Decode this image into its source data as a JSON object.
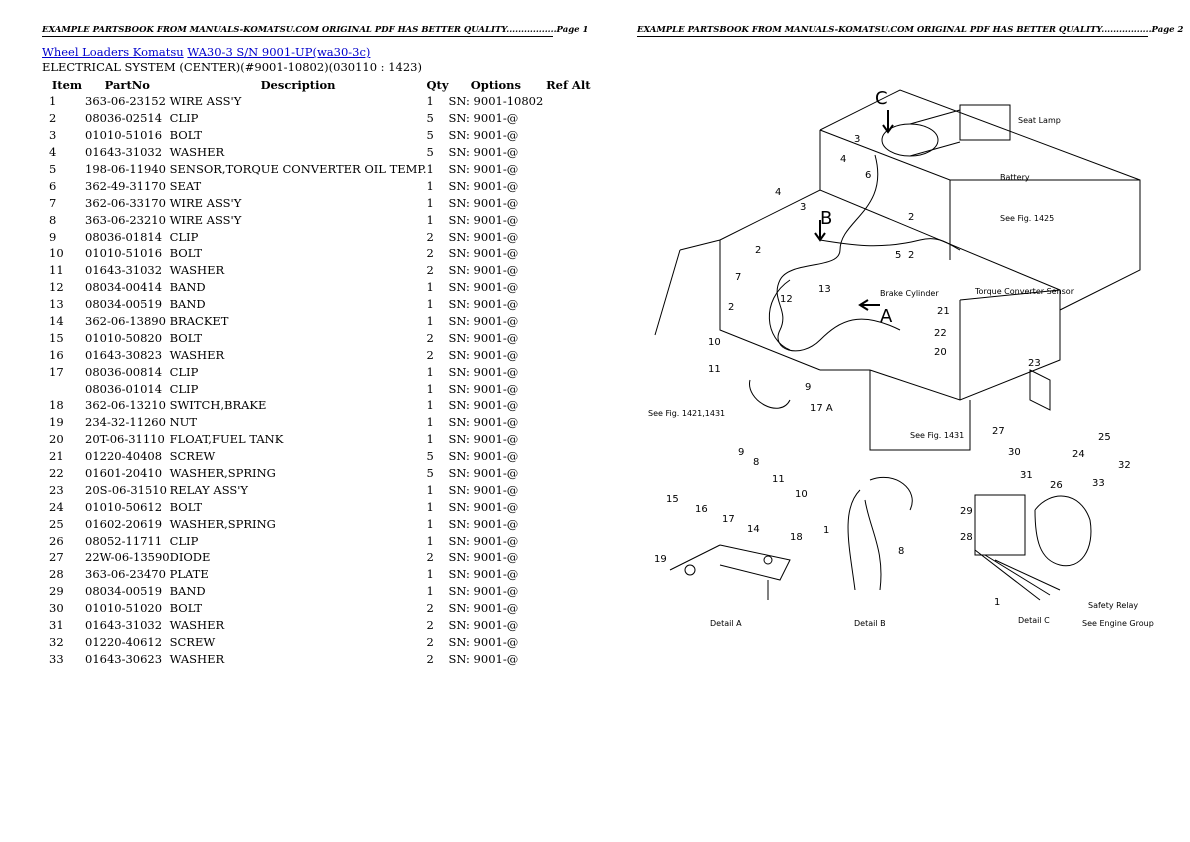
{
  "headers": {
    "page1": "EXAMPLE PARTSBOOK FROM MANUALS-KOMATSU.COM ORIGINAL PDF HAS BETTER QUALITY.................Page 1",
    "page2": "EXAMPLE PARTSBOOK FROM MANUALS-KOMATSU.COM ORIGINAL PDF HAS BETTER QUALITY.................Page 2"
  },
  "breadcrumb": {
    "link1": "Wheel Loaders Komatsu",
    "link2": "WA30-3 S/N 9001-UP(wa30-3c)"
  },
  "section_title": "ELECTRICAL SYSTEM (CENTER)(#9001-10802)(030110 : 1423)",
  "table": {
    "columns": [
      "Item",
      "PartNo",
      "Description",
      "Qty",
      "Options",
      "Ref Alt"
    ],
    "rows": [
      [
        "1",
        "363-06-23152",
        "WIRE ASS'Y",
        "1",
        "SN: 9001-10802",
        ""
      ],
      [
        "2",
        "08036-02514",
        "CLIP",
        "5",
        "SN: 9001-@",
        ""
      ],
      [
        "3",
        "01010-51016",
        "BOLT",
        "5",
        "SN: 9001-@",
        ""
      ],
      [
        "4",
        "01643-31032",
        "WASHER",
        "5",
        "SN: 9001-@",
        ""
      ],
      [
        "5",
        "198-06-11940",
        "SENSOR,TORQUE CONVERTER OIL TEMP.",
        "1",
        "SN: 9001-@",
        ""
      ],
      [
        "6",
        "362-49-31170",
        "SEAT",
        "1",
        "SN: 9001-@",
        ""
      ],
      [
        "7",
        "362-06-33170",
        "WIRE ASS'Y",
        "1",
        "SN: 9001-@",
        ""
      ],
      [
        "8",
        "363-06-23210",
        "WIRE ASS'Y",
        "1",
        "SN: 9001-@",
        ""
      ],
      [
        "9",
        "08036-01814",
        "CLIP",
        "2",
        "SN: 9001-@",
        ""
      ],
      [
        "10",
        "01010-51016",
        "BOLT",
        "2",
        "SN: 9001-@",
        ""
      ],
      [
        "11",
        "01643-31032",
        "WASHER",
        "2",
        "SN: 9001-@",
        ""
      ],
      [
        "12",
        "08034-00414",
        "BAND",
        "1",
        "SN: 9001-@",
        ""
      ],
      [
        "13",
        "08034-00519",
        "BAND",
        "1",
        "SN: 9001-@",
        ""
      ],
      [
        "14",
        "362-06-13890",
        "BRACKET",
        "1",
        "SN: 9001-@",
        ""
      ],
      [
        "15",
        "01010-50820",
        "BOLT",
        "2",
        "SN: 9001-@",
        ""
      ],
      [
        "16",
        "01643-30823",
        "WASHER",
        "2",
        "SN: 9001-@",
        ""
      ],
      [
        "17",
        "08036-00814",
        "CLIP",
        "1",
        "SN: 9001-@",
        ""
      ],
      [
        "",
        "08036-01014",
        "CLIP",
        "1",
        "SN: 9001-@",
        ""
      ],
      [
        "18",
        "362-06-13210",
        "SWITCH,BRAKE",
        "1",
        "SN: 9001-@",
        ""
      ],
      [
        "19",
        "234-32-11260",
        "NUT",
        "1",
        "SN: 9001-@",
        ""
      ],
      [
        "20",
        "20T-06-31110",
        "FLOAT,FUEL TANK",
        "1",
        "SN: 9001-@",
        ""
      ],
      [
        "21",
        "01220-40408",
        "SCREW",
        "5",
        "SN: 9001-@",
        ""
      ],
      [
        "22",
        "01601-20410",
        "WASHER,SPRING",
        "5",
        "SN: 9001-@",
        ""
      ],
      [
        "23",
        "20S-06-31510",
        "RELAY ASS'Y",
        "1",
        "SN: 9001-@",
        ""
      ],
      [
        "24",
        "01010-50612",
        "BOLT",
        "1",
        "SN: 9001-@",
        ""
      ],
      [
        "25",
        "01602-20619",
        "WASHER,SPRING",
        "1",
        "SN: 9001-@",
        ""
      ],
      [
        "26",
        "08052-11711",
        "CLIP",
        "1",
        "SN: 9001-@",
        ""
      ],
      [
        "27",
        "22W-06-13590",
        "DIODE",
        "2",
        "SN: 9001-@",
        ""
      ],
      [
        "28",
        "363-06-23470",
        "PLATE",
        "1",
        "SN: 9001-@",
        ""
      ],
      [
        "29",
        "08034-00519",
        "BAND",
        "1",
        "SN: 9001-@",
        ""
      ],
      [
        "30",
        "01010-51020",
        "BOLT",
        "2",
        "SN: 9001-@",
        ""
      ],
      [
        "31",
        "01643-31032",
        "WASHER",
        "2",
        "SN: 9001-@",
        ""
      ],
      [
        "32",
        "01220-40612",
        "SCREW",
        "2",
        "SN: 9001-@",
        ""
      ],
      [
        "33",
        "01643-30623",
        "WASHER",
        "2",
        "SN: 9001-@",
        ""
      ]
    ]
  },
  "diagram": {
    "label_seat_lamp": "Seat Lamp",
    "label_battery": "Battery",
    "label_see_fig_1425": "See Fig. 1425",
    "label_torque_sensor": "Torque Converter Sensor",
    "label_brake_cylinder": "Brake Cylinder",
    "label_see_fig_1421": "See Fig. 1421,1431",
    "label_see_fig_1431": "See Fig. 1431",
    "label_safety_relay": "Safety Relay",
    "label_see_engine": "See Engine Group",
    "label_detail_a": "Detail A",
    "label_detail_b": "Detail B",
    "label_detail_c": "Detail C",
    "letter_a": "A",
    "letter_b": "B",
    "letter_c": "C"
  }
}
